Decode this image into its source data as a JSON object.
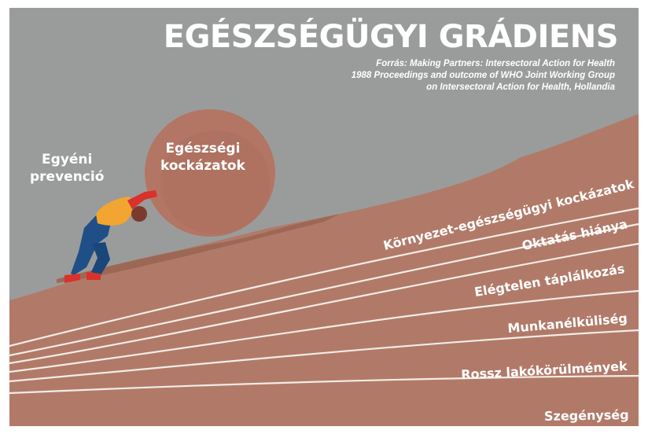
{
  "title": "EGÉSZSÉGÜGYI GRÁDIENS",
  "source_lines": [
    "Forrás: Making Partners: Intersectoral Action for Health",
    "1988 Proceedings and outcome of WHO Joint Working Group",
    "on Intersectoral Action for Health, Hollandia"
  ],
  "figure_labels": {
    "prevention": [
      "Egyéni",
      "prevenció"
    ],
    "boulder": [
      "Egészségi",
      "kockázatok"
    ]
  },
  "layers": [
    "Környezet-egészségügyi kockázatok",
    "Oktatás hiánya",
    "Elégtelen táplálkozás",
    "Munkanélküliség",
    "Rossz lakókörülmények",
    "Szegénység"
  ],
  "colors": {
    "sky": "#9a9c9b",
    "slope": "#b17a68",
    "boulder": "#b37564",
    "stripe": "#f3ece7",
    "shirt": "#f2a531",
    "pants": "#1f4f86",
    "skin": "#d8322b"
  }
}
